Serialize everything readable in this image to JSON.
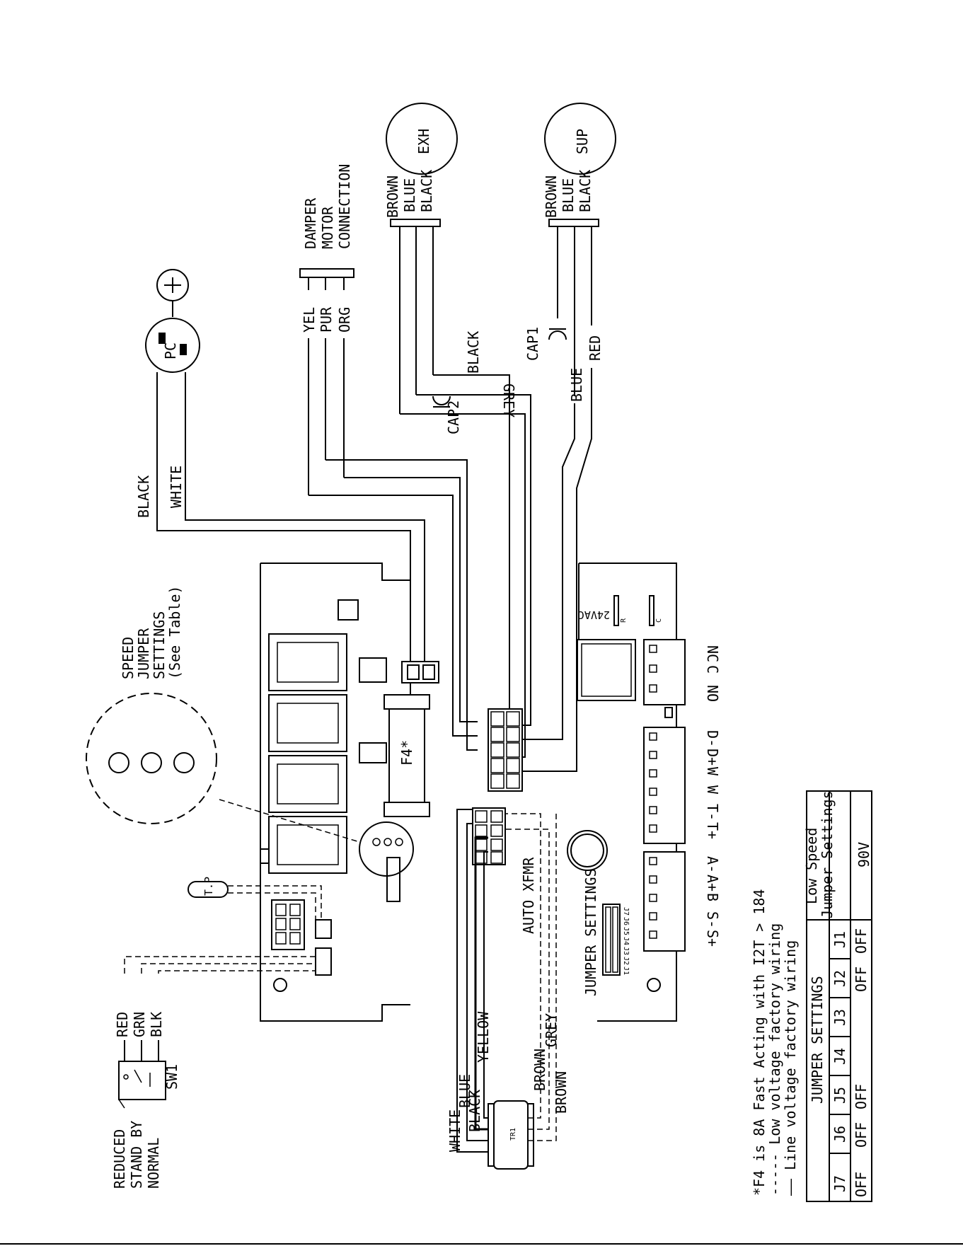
{
  "motors": {
    "exh": "EXH",
    "sup": "SUP",
    "wire_brown": "BROWN",
    "wire_blue": "BLUE",
    "wire_black": "BLACK"
  },
  "damper": {
    "title_1": "DAMPER",
    "title_2": "MOTOR",
    "title_3": "CONNECTION",
    "yel": "YEL",
    "pur": "PUR",
    "org": "ORG"
  },
  "wires": {
    "black": "BLACK",
    "grey": "GREY",
    "blue": "BLUE",
    "red": "RED",
    "white": "WHITE",
    "cap1": "CAP1",
    "cap2": "CAP2"
  },
  "plug": {
    "pc": "PC"
  },
  "speed_jumper": {
    "line1": "SPEED",
    "line2": "JUMPER",
    "line3": "SETTINGS",
    "line4": "(See Table)"
  },
  "board": {
    "fuse": "F4*",
    "vac": "24VAC",
    "r": "R",
    "c": "C",
    "relay_terms": [
      "NC",
      "C",
      "NO"
    ],
    "terms_a": [
      "D-",
      "D+",
      "W",
      "W",
      "T-",
      "T+"
    ],
    "terms_b": [
      "A-",
      "A+",
      "B",
      "S-",
      "S+"
    ],
    "auto_xfmr": "AUTO XFMR",
    "jumper_settings": "JUMPER SETTINGS",
    "tp": "T.P",
    "jumper_pins": [
      "J7",
      "J6",
      "J5",
      "J4",
      "J3",
      "J2",
      "J1"
    ]
  },
  "transformer": {
    "tr1": "TR1",
    "white": "WHITE",
    "blue": "BLUE",
    "black": "BLACK",
    "yellow": "YELLOW",
    "brown": "BROWN",
    "grey": "GREY",
    "brown2": "BROWN"
  },
  "switch": {
    "sw1": "SW1",
    "red": "RED",
    "grn": "GRN",
    "blk": "BLK",
    "reduced": "REDUCED",
    "standby": "STAND BY",
    "normal": "NORMAL"
  },
  "notes": {
    "fuse_note": "*F4 is 8A Fast Acting with I2T > 184",
    "low_voltage": "----- Low voltage factory wiring",
    "line_voltage": "—— Line voltage factory wiring"
  },
  "jumper_table": {
    "header": "JUMPER SETTINGS",
    "cols": [
      "J7",
      "J6",
      "J5",
      "J4",
      "J3",
      "J2",
      "J1"
    ],
    "values": [
      "OFF",
      "OFF",
      "OFF",
      "",
      "",
      "OFF",
      "OFF"
    ],
    "low_speed_1": "Low Speed",
    "low_speed_2": "Jumper Settings",
    "voltage": "90V"
  }
}
